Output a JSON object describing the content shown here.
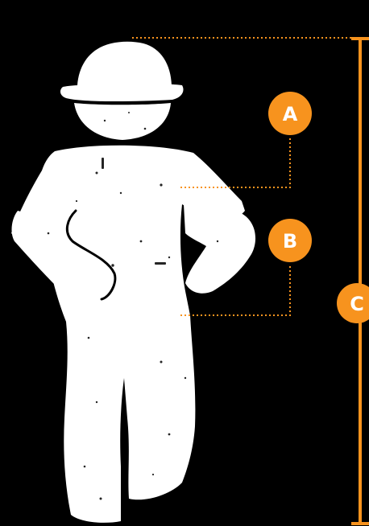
{
  "colors": {
    "background": "#000000",
    "figure": "#ffffff",
    "accent": "#f7931e"
  },
  "figure": {
    "icon": "construction-worker-icon",
    "description_icon": "hard-hat-icon"
  },
  "markers": {
    "a": {
      "label": "A"
    },
    "b": {
      "label": "B"
    },
    "c": {
      "label": "C"
    }
  }
}
